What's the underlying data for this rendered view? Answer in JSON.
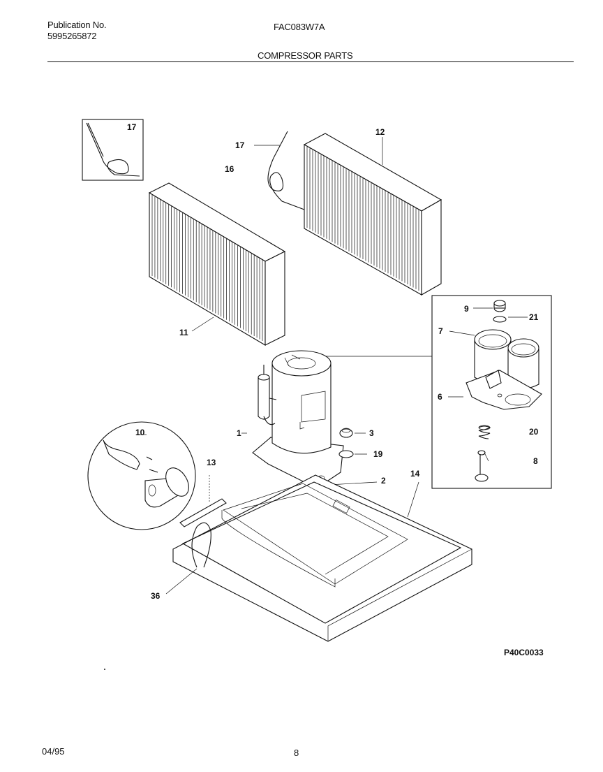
{
  "header": {
    "publication_label": "Publication No.",
    "publication_number": "5995265872",
    "model": "FAC083W7A",
    "section_title": "COMPRESSOR PARTS"
  },
  "callouts": {
    "c1": "1",
    "c2": "2",
    "c3": "3",
    "c6": "6",
    "c7": "7",
    "c8": "8",
    "c9": "9",
    "c10": "10",
    "c11": "11",
    "c12": "12",
    "c13": "13",
    "c14": "14",
    "c16": "16",
    "c17_inset": "17",
    "c17": "17",
    "c19": "19",
    "c20": "20",
    "c21": "21",
    "c36": "36"
  },
  "drawing_code": "P40C0033",
  "footer": {
    "date": "04/95",
    "page": "8"
  }
}
